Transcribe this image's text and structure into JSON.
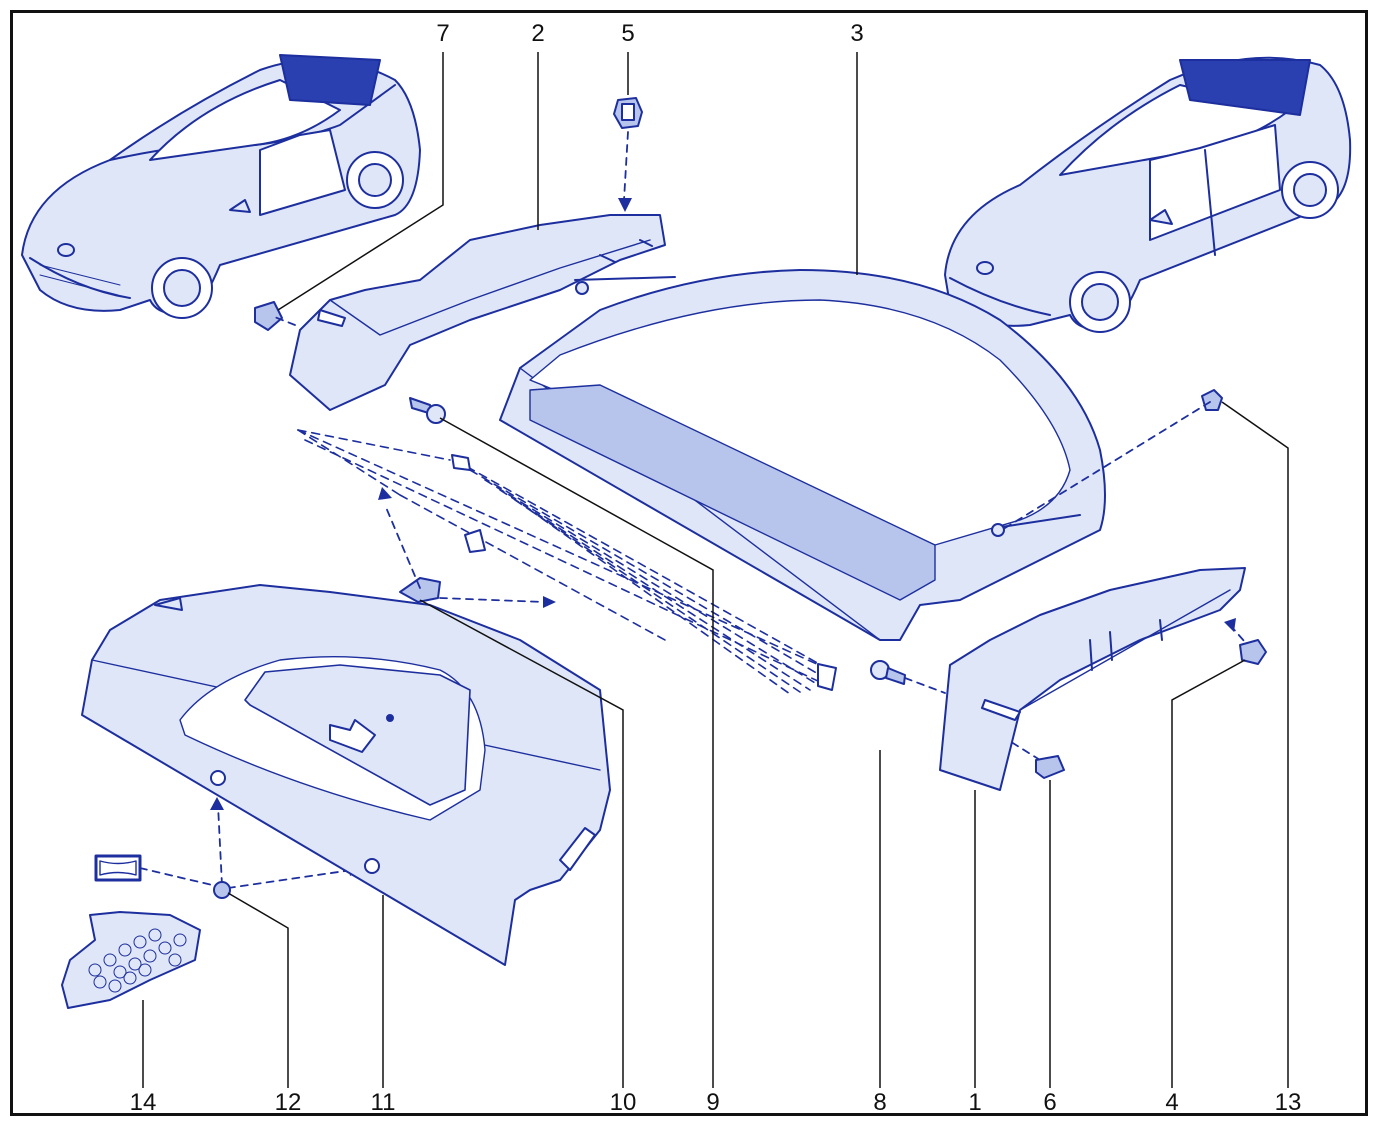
{
  "callouts": [
    {
      "id": "7",
      "text": "7"
    },
    {
      "id": "2",
      "text": "2"
    },
    {
      "id": "5",
      "text": "5"
    },
    {
      "id": "3",
      "text": "3"
    },
    {
      "id": "14",
      "text": "14"
    },
    {
      "id": "12",
      "text": "12"
    },
    {
      "id": "11",
      "text": "11"
    },
    {
      "id": "10",
      "text": "10"
    },
    {
      "id": "9",
      "text": "9"
    },
    {
      "id": "8",
      "text": "8"
    },
    {
      "id": "1",
      "text": "1"
    },
    {
      "id": "6",
      "text": "6"
    },
    {
      "id": "4",
      "text": "4"
    },
    {
      "id": "13",
      "text": "13"
    }
  ],
  "colors": {
    "line": "#1d2f9e",
    "fill": "#dfe6f7",
    "fill_dark": "#b7c4ec",
    "frame": "#111111",
    "label": "#111111"
  }
}
